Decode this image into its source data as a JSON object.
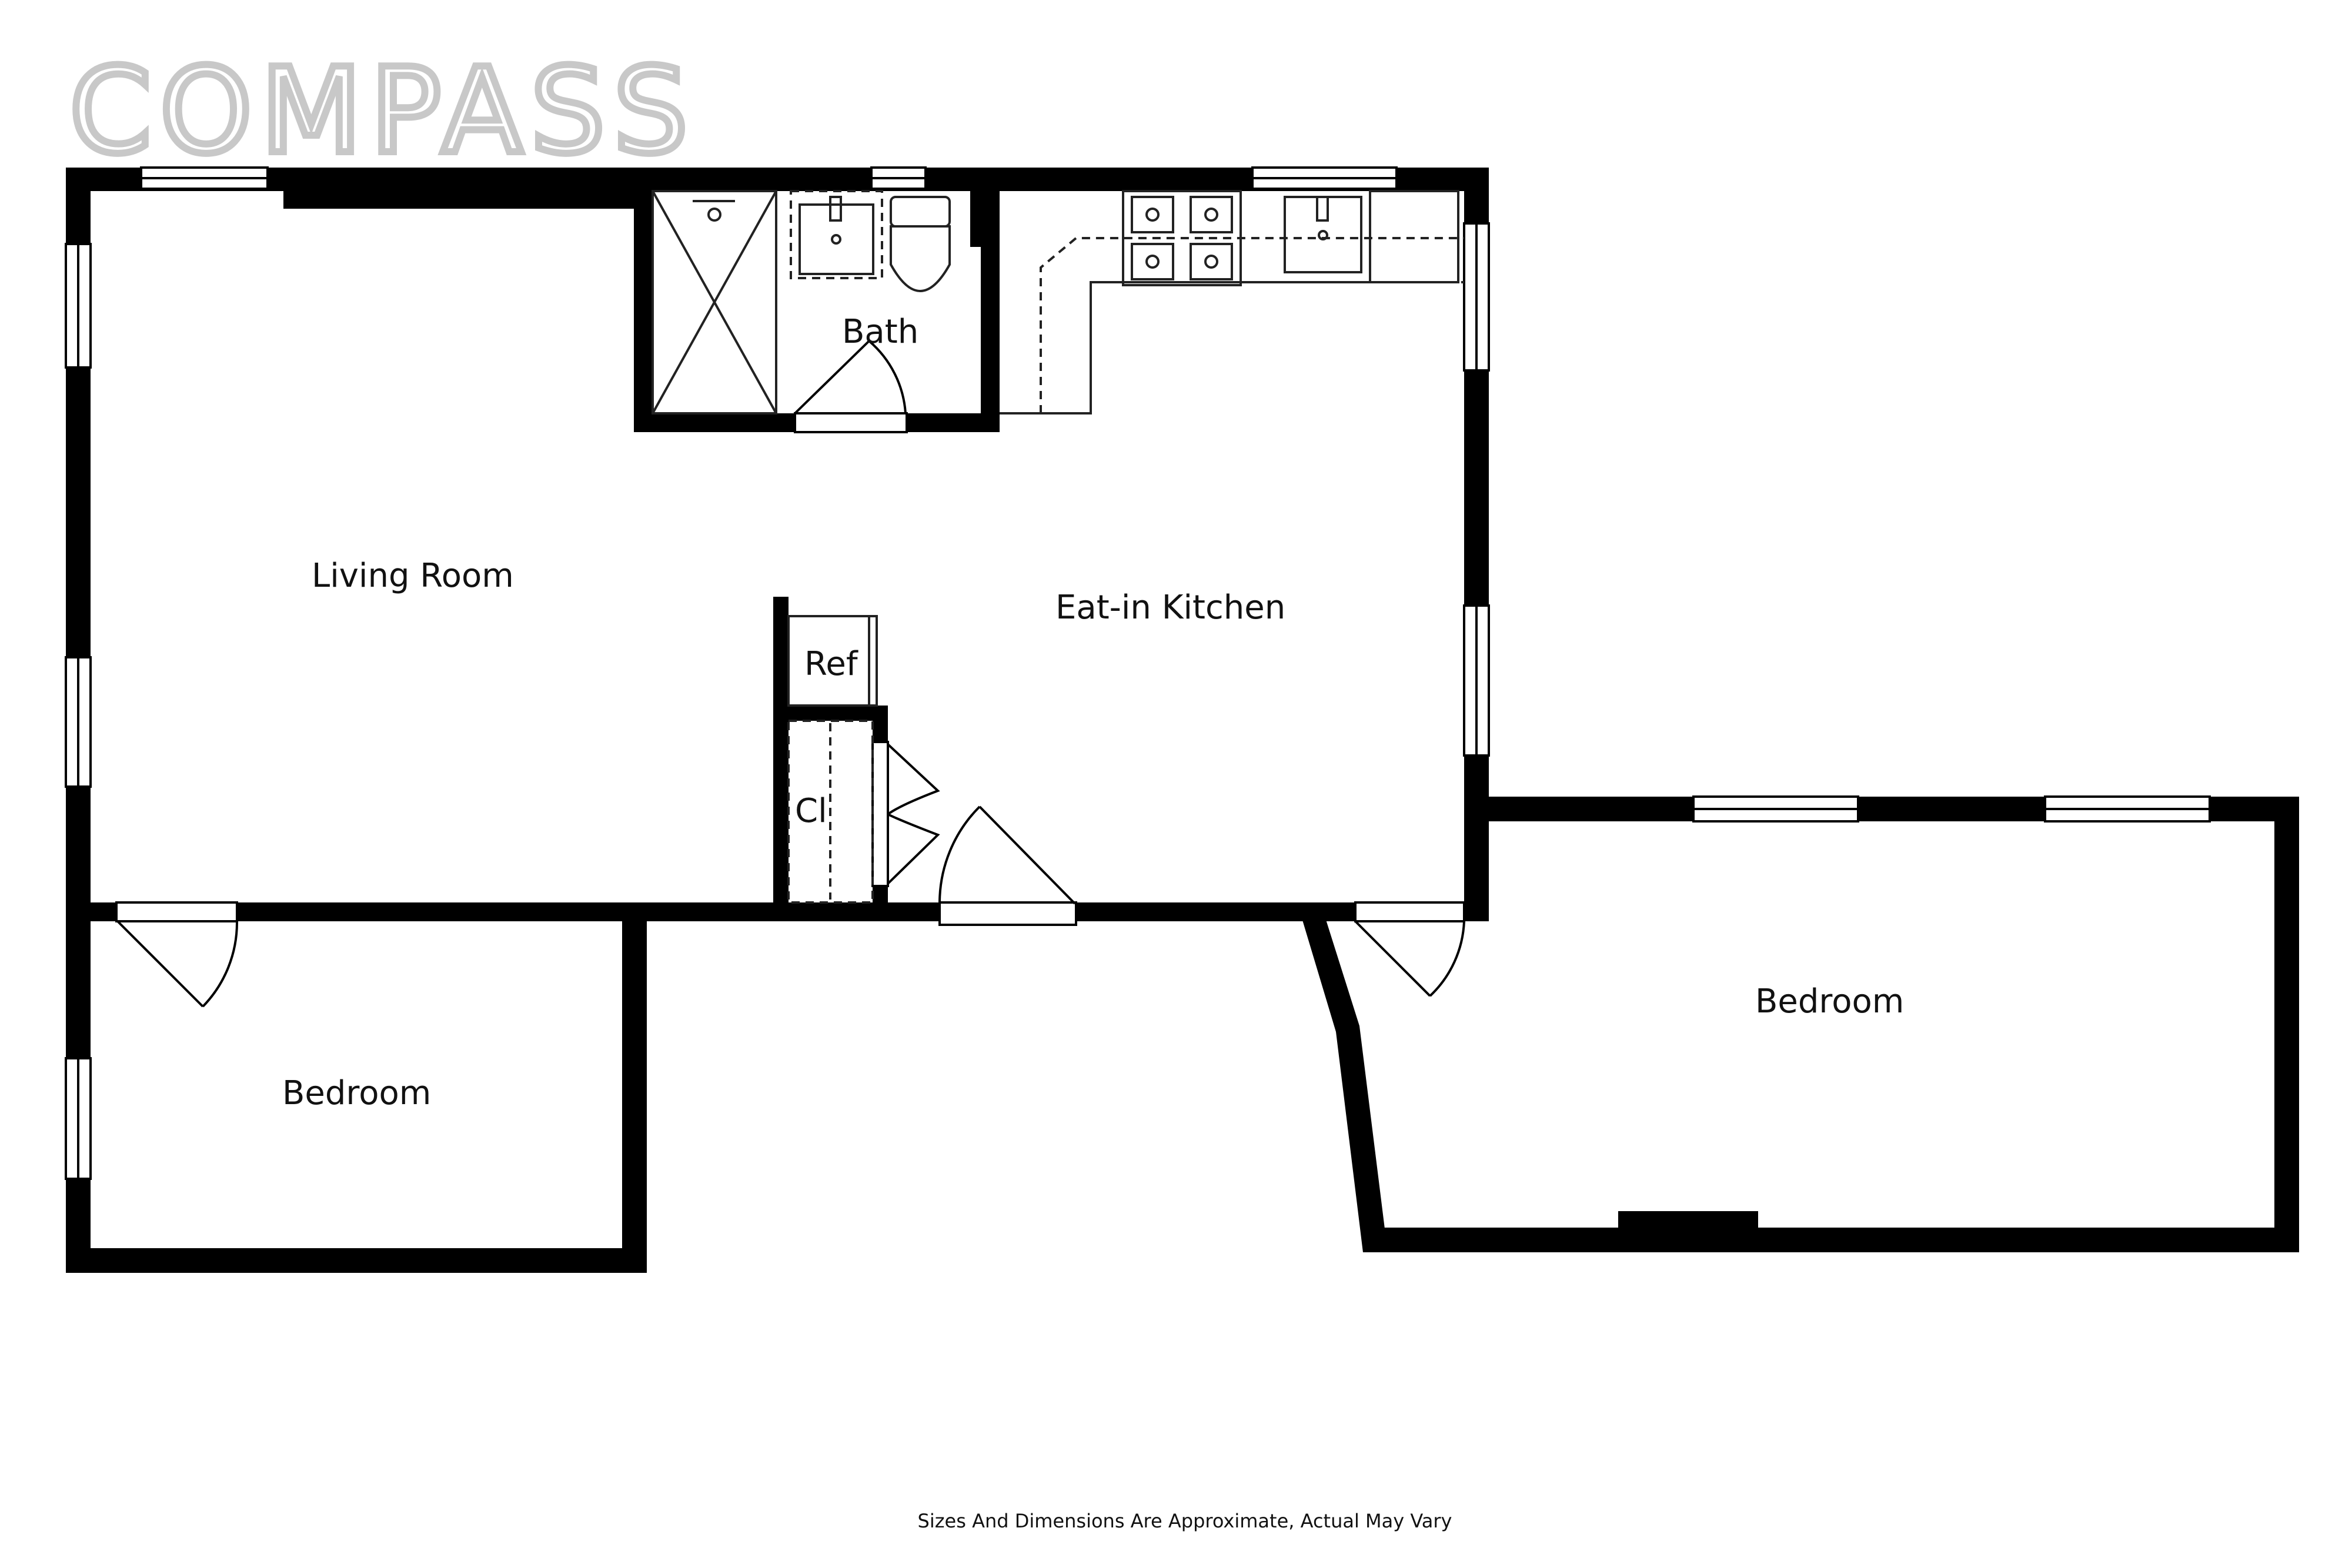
{
  "brand": {
    "logo_text": "COMPASS",
    "logo_color": "#c8c8c8"
  },
  "colors": {
    "wall": "#000000",
    "fixture": "#222222",
    "background": "#ffffff"
  },
  "rooms": {
    "living_room": "Living Room",
    "kitchen": "Eat-in Kitchen",
    "bath": "Bath",
    "refrigerator": "Ref",
    "closet": "Cl",
    "bedroom_left": "Bedroom",
    "bedroom_right": "Bedroom"
  },
  "footer": {
    "disclaimer": "Sizes And Dimensions Are Approximate, Actual May Vary"
  }
}
